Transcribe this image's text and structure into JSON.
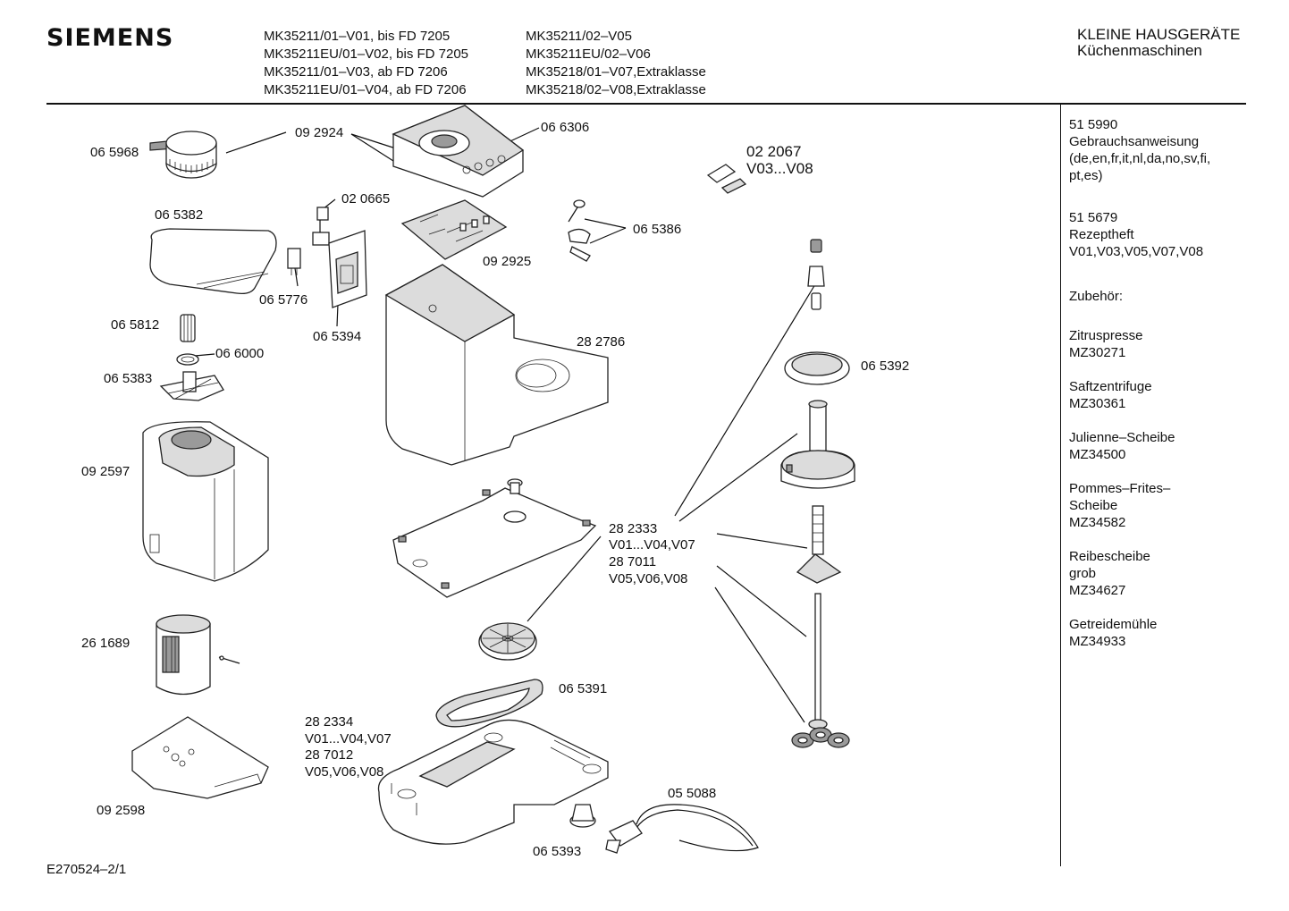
{
  "brand": "SIEMENS",
  "models_left": [
    "MK35211/01–V01, bis FD 7205",
    "MK35211EU/01–V02, bis FD 7205",
    "MK35211/01–V03, ab FD 7206",
    "MK35211EU/01–V04, ab FD 7206"
  ],
  "models_right": [
    "MK35211/02–V05",
    "MK35211EU/02–V06",
    "MK35218/01–V07,Extraklasse",
    "MK35218/02–V08,Extraklasse"
  ],
  "category": {
    "line1": "KLEINE HAUSGERÄTE",
    "line2": "Küchenmaschinen"
  },
  "sidebar": [
    [
      "51 5990",
      "Gebrauchsanweisung",
      "(de,en,fr,it,nl,da,no,sv,fi,",
      "pt,es)"
    ],
    [
      "51 5679",
      "Rezeptheft",
      "V01,V03,V05,V07,V08"
    ],
    [
      "Zubehör:"
    ],
    [
      "Zitruspresse",
      "MZ30271"
    ],
    [
      "Saftzentrifuge",
      "MZ30361"
    ],
    [
      "Julienne–Scheibe",
      "MZ34500"
    ],
    [
      "Pommes–Frites–",
      "Scheibe",
      "MZ34582"
    ],
    [
      "Reibescheibe",
      "grob",
      "MZ34627"
    ],
    [
      "Getreidemühle",
      "MZ34933"
    ]
  ],
  "footer": "E270524–2/1",
  "parts": {
    "p065968": "06 5968",
    "p092924": "09 2924",
    "p066306": "06 6306",
    "p022067": "02 2067",
    "p022067_v": "V03...V08",
    "p065382": "06 5382",
    "p020665": "02 0665",
    "p065386": "06 5386",
    "p092925": "09 2925",
    "p065776": "06 5776",
    "p065812": "06 5812",
    "p065394": "06 5394",
    "p066000": "06 6000",
    "p282786": "28 2786",
    "p065383": "06 5383",
    "p065392": "06 5392",
    "p092597": "09 2597",
    "p282333": "28 2333",
    "p282333_v": "V01...V04,V07",
    "p287011": "28 7011",
    "p287011_v": "V05,V06,V08",
    "p261689": "26 1689",
    "p065391": "06 5391",
    "p282334": "28 2334",
    "p282334_v": "V01...V04,V07",
    "p287012": "28 7012",
    "p287012_v": "V05,V06,V08",
    "p055088": "05 5088",
    "p092598": "09 2598",
    "p065393": "06 5393"
  }
}
